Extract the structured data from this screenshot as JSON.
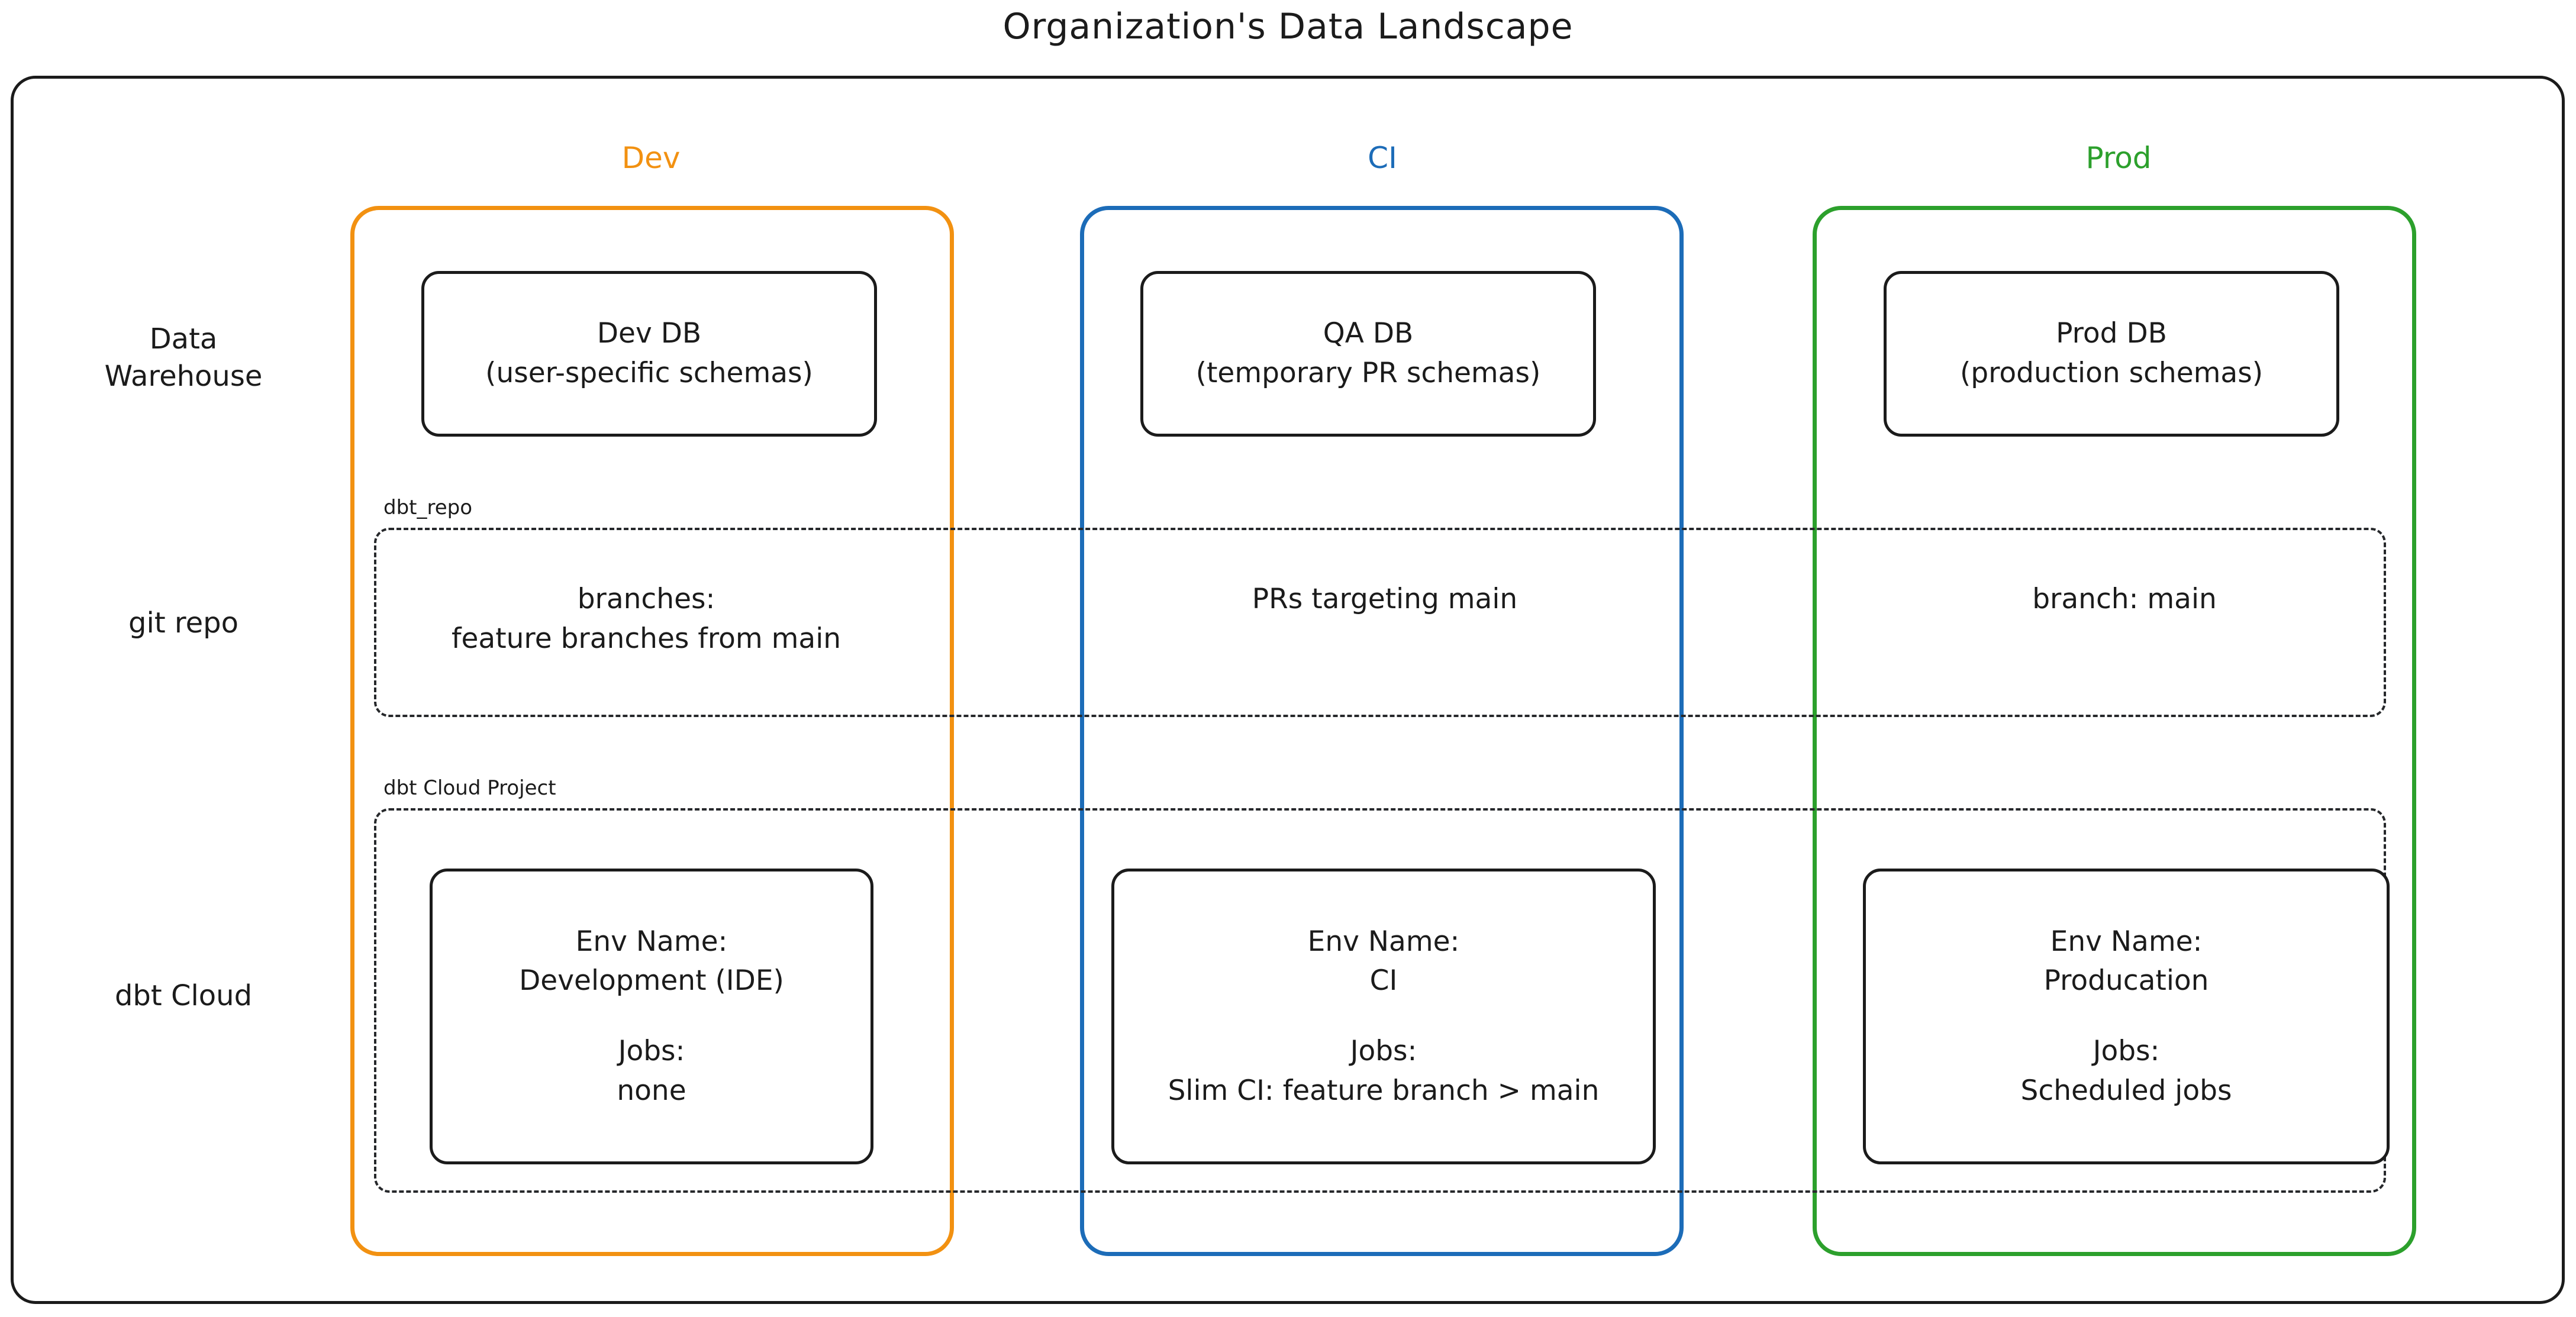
{
  "title": "Organization's Data Landscape",
  "colors": {
    "dev": "#f29111",
    "ci": "#1c6cb8",
    "prod": "#2ca02c",
    "stroke": "#1b1b1b",
    "background": "#ffffff"
  },
  "columns": {
    "dev": {
      "label": "Dev"
    },
    "ci": {
      "label": "CI"
    },
    "prod": {
      "label": "Prod"
    }
  },
  "rows": {
    "warehouse": {
      "label_line1": "Data",
      "label_line2": "Warehouse"
    },
    "git": {
      "label": "git repo"
    },
    "dbt_cloud": {
      "label": "dbt Cloud"
    }
  },
  "groups": {
    "repo": {
      "tag": "dbt_repo"
    },
    "cloud": {
      "tag": "dbt Cloud Project"
    }
  },
  "warehouse_nodes": {
    "dev": {
      "line1": "Dev DB",
      "line2": "(user-specific schemas)"
    },
    "ci": {
      "line1": "QA DB",
      "line2": "(temporary PR schemas)"
    },
    "prod": {
      "line1": "Prod DB",
      "line2": "(production schemas)"
    }
  },
  "git_nodes": {
    "dev": {
      "line1": "branches:",
      "line2": "feature branches from main"
    },
    "ci": {
      "line1": "PRs targeting main",
      "line2": ""
    },
    "prod": {
      "line1": "branch: main",
      "line2": ""
    }
  },
  "dbt_cloud_nodes": {
    "dev": {
      "env_label": "Env Name:",
      "env_value": "Development (IDE)",
      "jobs_label": "Jobs:",
      "jobs_value": "none"
    },
    "ci": {
      "env_label": "Env Name:",
      "env_value": "CI",
      "jobs_label": "Jobs:",
      "jobs_value": "Slim CI: feature branch > main"
    },
    "prod": {
      "env_label": "Env Name:",
      "env_value": "Producation",
      "jobs_label": "Jobs:",
      "jobs_value": "Scheduled jobs"
    }
  }
}
